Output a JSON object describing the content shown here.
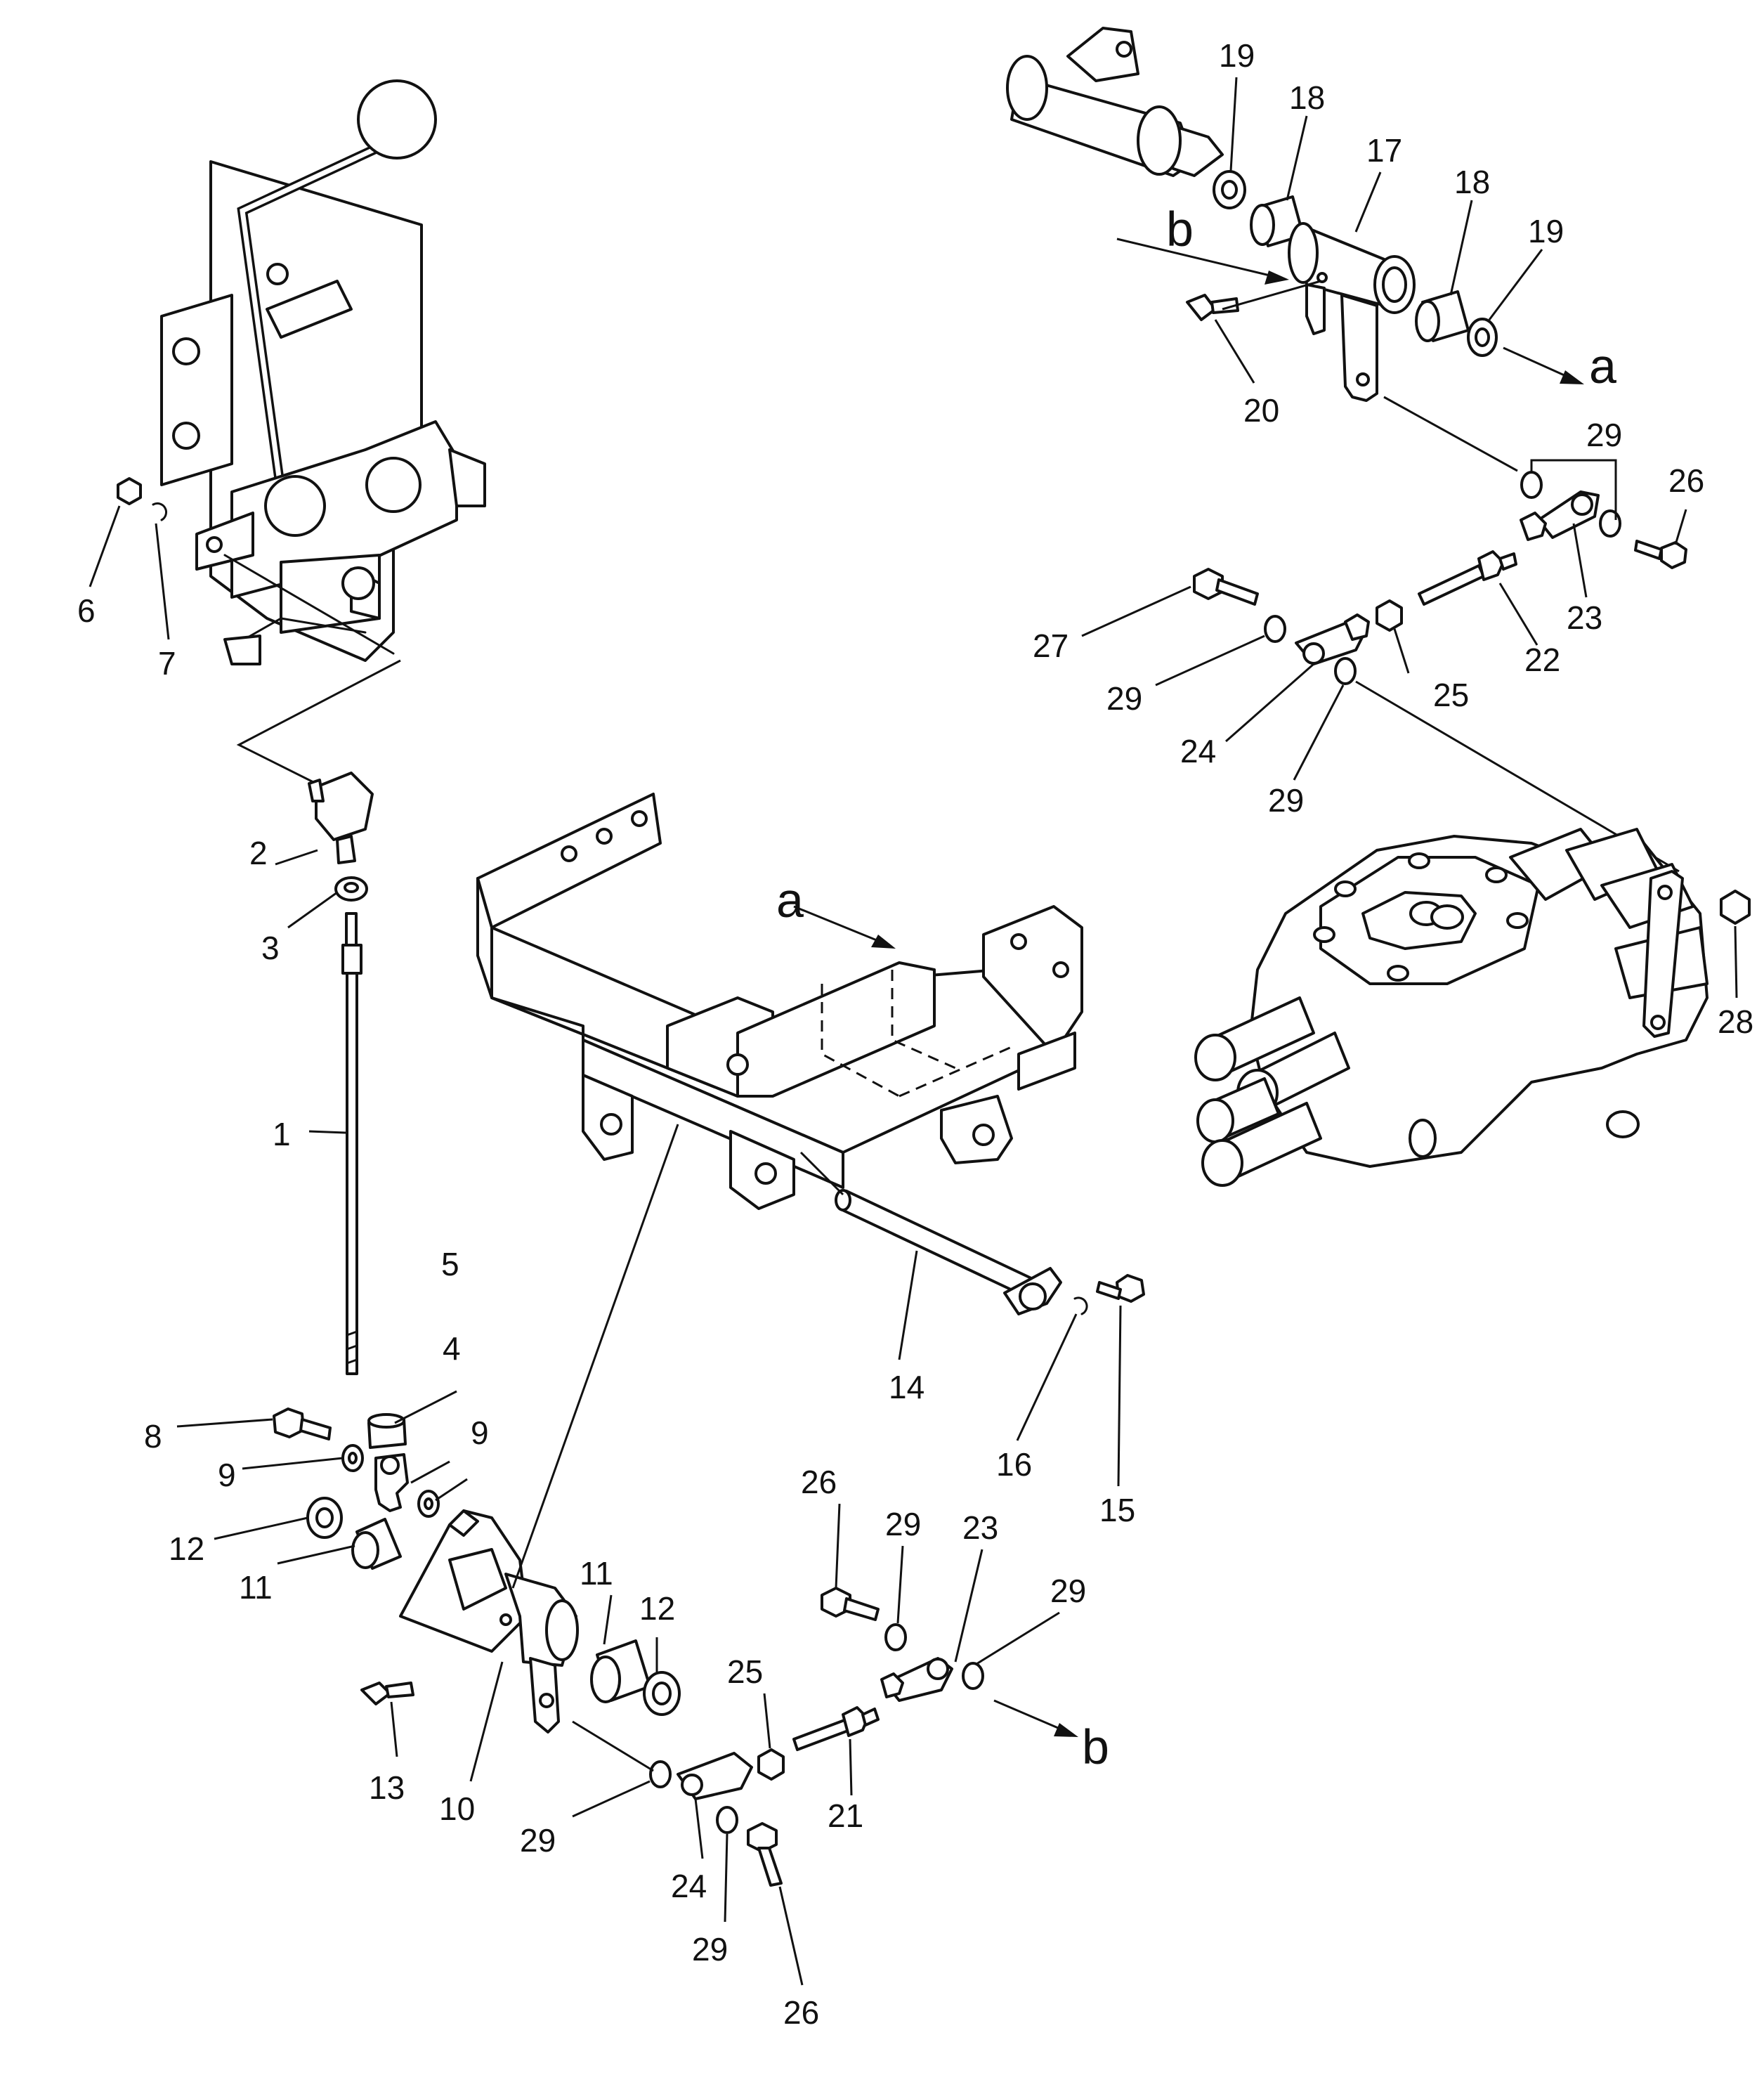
{
  "labels": {
    "l1": "1",
    "l2": "2",
    "l3": "3",
    "l4": "4",
    "l5": "5",
    "l6": "6",
    "l7": "7",
    "l8": "8",
    "l9a": "9",
    "l9b": "9",
    "l10": "10",
    "l11a": "11",
    "l11b": "11",
    "l12a": "12",
    "l12b": "12",
    "l13": "13",
    "l14": "14",
    "l15": "15",
    "l16": "16",
    "l17": "17",
    "l18a": "18",
    "l18b": "18",
    "l19a": "19",
    "l19b": "19",
    "l20": "20",
    "l21": "21",
    "l22": "22",
    "l23a": "23",
    "l23b": "23",
    "l24a": "24",
    "l24b": "24",
    "l25a": "25",
    "l25b": "25",
    "l26a": "26",
    "l26b": "26",
    "l26c": "26",
    "l27": "27",
    "l28": "28",
    "l29a": "29",
    "l29b": "29",
    "l29c": "29",
    "l29d": "29",
    "l29e": "29",
    "l29f": "29",
    "l29g": "29"
  },
  "markers": {
    "a_top": "a",
    "a_mid": "a",
    "b_top": "b",
    "b_bot": "b"
  }
}
